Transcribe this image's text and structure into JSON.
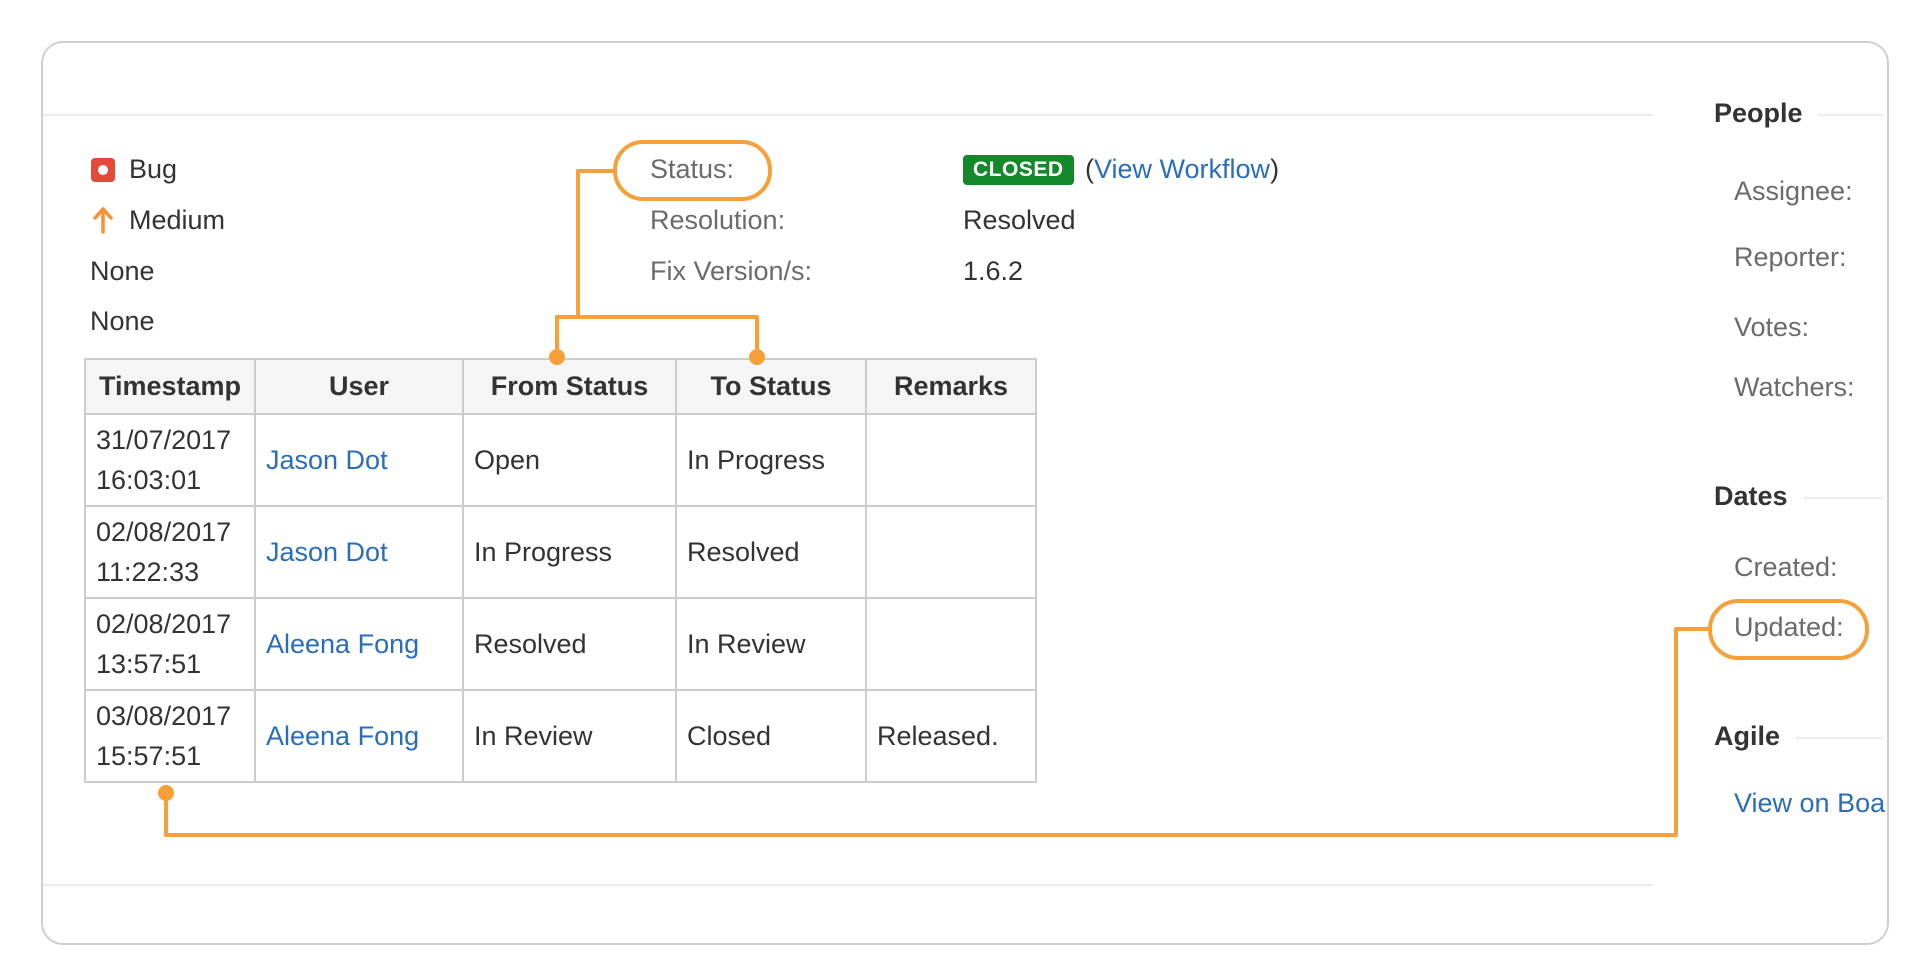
{
  "details": {
    "type": "Bug",
    "priority": "Medium",
    "field3": "None",
    "field4": "None",
    "status_label": "Status:",
    "status_value": "CLOSED",
    "workflow_open": "(",
    "workflow_link": "View Workflow",
    "workflow_close": ")",
    "resolution_label": "Resolution:",
    "resolution_value": "Resolved",
    "fix_label": "Fix Version/s:",
    "fix_value": "1.6.2"
  },
  "history": {
    "headers": [
      "Timestamp",
      "User",
      "From Status",
      "To Status",
      "Remarks"
    ],
    "rows": [
      {
        "date": "31/07/2017",
        "time": "16:03:01",
        "user": "Jason Dot",
        "from": "Open",
        "to": "In Progress",
        "remarks": ""
      },
      {
        "date": "02/08/2017",
        "time": "11:22:33",
        "user": "Jason Dot",
        "from": "In Progress",
        "to": "Resolved",
        "remarks": ""
      },
      {
        "date": "02/08/2017",
        "time": "13:57:51",
        "user": "Aleena Fong",
        "from": "Resolved",
        "to": "In Review",
        "remarks": ""
      },
      {
        "date": "03/08/2017",
        "time": "15:57:51",
        "user": "Aleena Fong",
        "from": "In Review",
        "to": "Closed",
        "remarks": "Released."
      }
    ]
  },
  "sidebar": {
    "people": {
      "title": "People",
      "assignee": "Assignee:",
      "reporter": "Reporter:",
      "votes": "Votes:",
      "watchers": "Watchers:"
    },
    "dates": {
      "title": "Dates",
      "created": "Created:",
      "updated": "Updated:"
    },
    "agile": {
      "title": "Agile",
      "board_link": "View on Boa"
    }
  },
  "colors": {
    "accent": "#f7a03a",
    "status_closed": "#14892c",
    "link": "#2a6ebb",
    "bug_icon": "#e5493a",
    "priority_icon": "#f79232"
  }
}
